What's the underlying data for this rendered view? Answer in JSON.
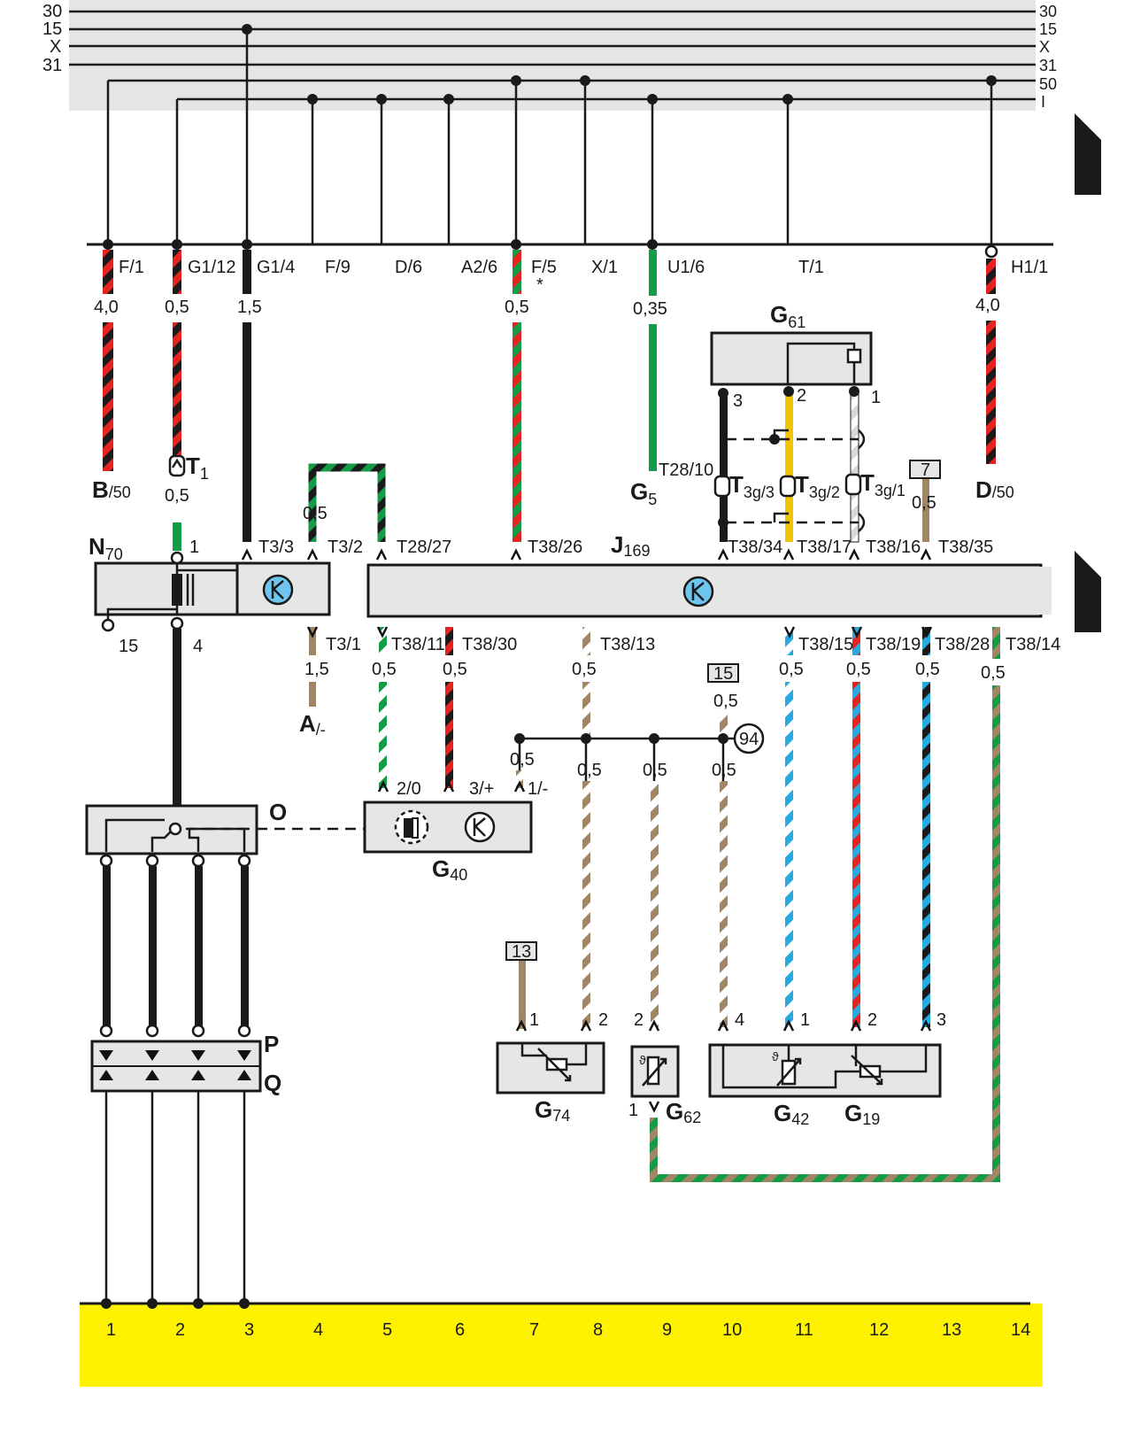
{
  "rails": {
    "left_labels": [
      "30",
      "15",
      "X",
      "31"
    ],
    "right_labels": [
      "30",
      "15",
      "X",
      "31",
      "50",
      "I"
    ]
  },
  "connectors_top": [
    "F/1",
    "G1/12",
    "G1/4",
    "F/9",
    "D/6",
    "A2/6",
    "F/5",
    "X/1",
    "U1/6",
    "T/1",
    "H1/1"
  ],
  "star_mark": "*",
  "wire_sizes": {
    "w40a": "4,0",
    "w05a": "0,5",
    "w15a": "1,5",
    "w05b": "0,5",
    "w035": "0,35",
    "w40b": "4,0",
    "t1_05": "0,5",
    "t32_05": "0,5",
    "t31_15": "1,5",
    "t3811": "0,5",
    "t3830": "0,5",
    "t3813": "0,5",
    "t3815": "0,5",
    "t3819": "0,5",
    "t3828": "0,5",
    "t3814": "0,5",
    "t3835": "0,5",
    "c15": "0,5",
    "bus1": "0,5",
    "bus2": "0,5",
    "bus3": "0,5",
    "bus4": "0,5"
  },
  "components": {
    "N": "N",
    "N_sub": "70",
    "J": "J",
    "J_sub": "169",
    "G61": "G",
    "G61_sub": "61",
    "G5": "G",
    "G5_sub": "5",
    "G40": "G",
    "G40_sub": "40",
    "G74": "G",
    "G74_sub": "74",
    "G62": "G",
    "G62_sub": "62",
    "G42": "G",
    "G42_sub": "42",
    "G19": "G",
    "G19_sub": "19",
    "O": "O",
    "P": "P",
    "Q": "Q",
    "T1": "T",
    "T1_sub": "1",
    "T3g3": "T",
    "T3g3_sub": "3g/3",
    "T3g2": "T",
    "T3g2_sub": "3g/2",
    "T3g1": "T",
    "T3g1_sub": "3g/1",
    "B": "B",
    "B_sub": "/50",
    "D": "D",
    "D_sub": "/50",
    "A": "A",
    "A_sub": "/-"
  },
  "pins": {
    "T33": "T3/3",
    "T32": "T3/2",
    "T2827": "T28/27",
    "T3826": "T38/26",
    "T3834": "T38/34",
    "T3817": "T38/17",
    "T3816": "T38/16",
    "T3835": "T38/35",
    "T31": "T3/1",
    "T3811": "T38/11",
    "T3830": "T38/30",
    "T3813": "T38/13",
    "T3815": "T38/15",
    "T3819": "T38/19",
    "T3828": "T38/28",
    "T3814": "T38/14",
    "T2810": "T28/10",
    "n70_1": "1",
    "n70_15": "15",
    "n70_4": "4",
    "g61_3": "3",
    "g61_2": "2",
    "g61_1": "1",
    "g40_20": "2/0",
    "g40_3": "3/+",
    "g40_1": "1/-",
    "g74_1": "1",
    "g74_2": "2",
    "g62_2": "2",
    "g62_1": "1",
    "g42_4": "4",
    "g42_1": "1",
    "g19_2": "2",
    "g19_3": "3"
  },
  "tags": {
    "seven": "7",
    "fifteen": "15",
    "thirteen": "13",
    "circle94": "94"
  },
  "bottom_numbers": [
    "1",
    "2",
    "3",
    "4",
    "5",
    "6",
    "7",
    "8",
    "9",
    "10",
    "11",
    "12",
    "13",
    "14"
  ],
  "colors": {
    "rail_band": "#e5e5e5",
    "bottom_band": "#fff200",
    "box_fill": "#e6e6e6",
    "relay_icon": "#6ec6f0",
    "wire_black": "#1a1a1a",
    "wire_red": "#e52421",
    "wire_green": "#149b48",
    "wire_brown": "#a08664",
    "wire_blue": "#28a9e0",
    "wire_yellow": "#f2c300",
    "arrow_marker": "#111111"
  }
}
